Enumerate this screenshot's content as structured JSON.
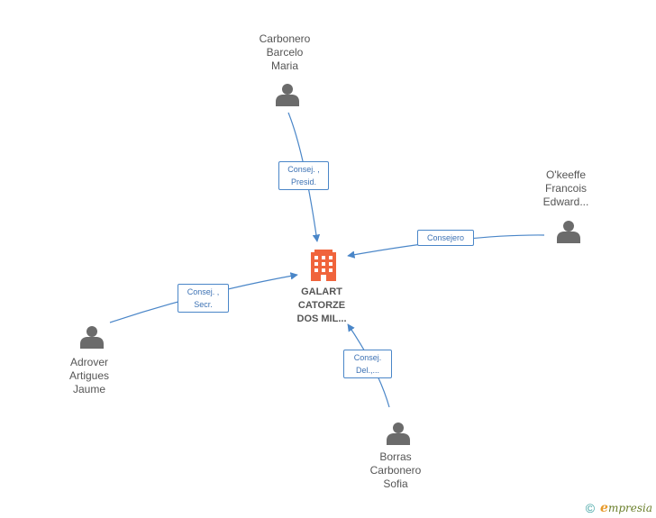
{
  "company": {
    "name_lines": [
      "GALART",
      "CATORZE",
      "DOS MIL..."
    ],
    "icon": "building-icon",
    "color": "#f0643c"
  },
  "people": [
    {
      "id": "carbonero",
      "name_lines": [
        "Carbonero",
        "Barcelo",
        "Maria"
      ],
      "icon": "person-icon"
    },
    {
      "id": "okeeffe",
      "name_lines": [
        "O'keeffe",
        "Francois",
        "Edward..."
      ],
      "icon": "person-icon"
    },
    {
      "id": "adrover",
      "name_lines": [
        "Adrover",
        "Artigues",
        "Jaume"
      ],
      "icon": "person-icon"
    },
    {
      "id": "borras",
      "name_lines": [
        "Borras",
        "Carbonero",
        "Sofia"
      ],
      "icon": "person-icon"
    }
  ],
  "relations": [
    {
      "from": "carbonero",
      "label_lines": [
        "Consej. ,",
        "Presid."
      ]
    },
    {
      "from": "okeeffe",
      "label_lines": [
        "Consejero"
      ]
    },
    {
      "from": "adrover",
      "label_lines": [
        "Consej. ,",
        "Secr."
      ]
    },
    {
      "from": "borras",
      "label_lines": [
        "Consej.",
        "Del.,..."
      ]
    }
  ],
  "colors": {
    "edge": "#4a86c8",
    "person": "#6b6b6b",
    "text": "#555555"
  },
  "brand": {
    "copyright": "©",
    "logo_e": "e",
    "logo_rest": "mpresia"
  }
}
